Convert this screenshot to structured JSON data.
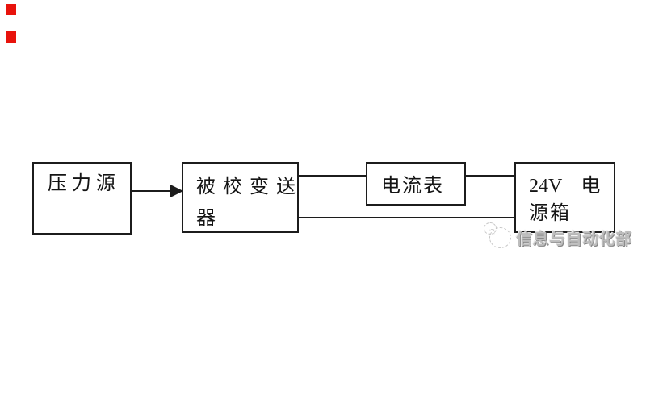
{
  "page": {
    "background_color": "#ffffff"
  },
  "markers": {
    "color": "#e8130c",
    "count": 2
  },
  "diagram": {
    "line_color": "#1c1c1c",
    "boxes": {
      "pressure_source": {
        "label": "压力源"
      },
      "transmitter": {
        "line1": "被校变送",
        "line2": "器"
      },
      "ammeter": {
        "label": "电流表"
      },
      "power_box": {
        "line1_left": "24V",
        "line1_right": "电",
        "line2": "源箱"
      }
    },
    "connections": {
      "arrow": "pressure_source → transmitter",
      "upper_wire": "transmitter → ammeter → power_box",
      "lower_wire": "transmitter → power_box"
    }
  },
  "watermark": {
    "text": "信息与自动化部",
    "color": "#bdbdbd",
    "logo": "dashed-cat-logo"
  }
}
